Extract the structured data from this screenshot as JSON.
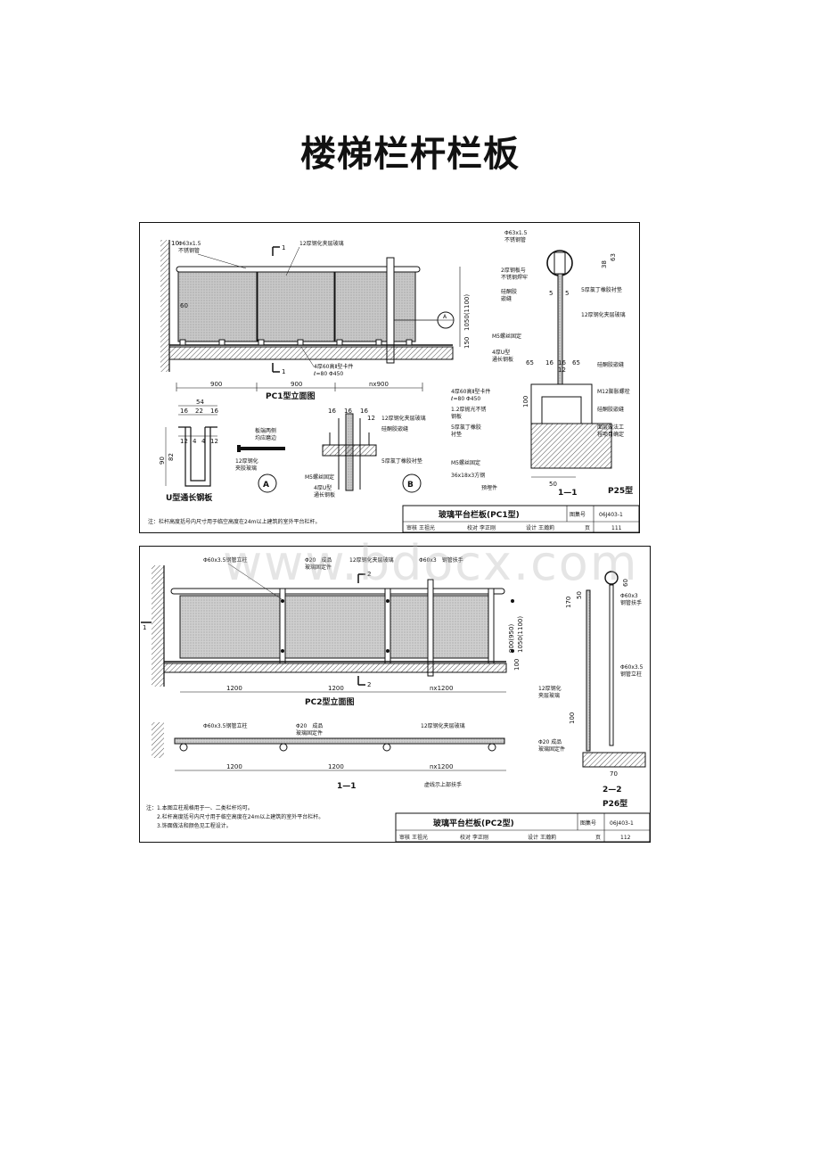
{
  "page": {
    "title": "楼梯栏杆栏板"
  },
  "watermark": "www.bdocx.com",
  "sheet1": {
    "elevation_title": "PC1型立面图",
    "type_tag": "P25型",
    "section_label": "1—1",
    "detail_a": "A",
    "detail_b": "B",
    "u_channel_title": "U型通长钢板",
    "labels": {
      "tube": "Φ63x1.5",
      "tube_material": "不锈钢管",
      "glass_12": "12厚钢化夹层玻璃",
      "clamp": "4厚60高Ⅱ型卡件",
      "clamp_spec": "ℓ=80 Φ450",
      "steel_plate_2": "2厚钢板与",
      "steel_plate_2b": "不锈钢焊牢",
      "sealant": "硅酮胶",
      "sealant_b": "嵌缝",
      "rubber_pad": "5厚氯丁橡胶衬垫",
      "m5_fix": "M5螺丝固定",
      "u_plate": "4厚U型",
      "u_plate_b": "通长钢板",
      "sealant_seam": "硅酮胶嵌缝",
      "polished_plate": "1.2厚抛光不锈",
      "polished_plate_b": "钢板",
      "rubber_pad_b": "5厚氯丁橡胶",
      "rubber_pad_c": "衬垫",
      "expansion_bolt": "M12膨胀螺栓",
      "surface_finish": "面层做法工",
      "surface_finish_b": "程项目确定",
      "square_steel": "36x18x3方钢",
      "embed": "预埋件",
      "edge_polish": "板端两侧",
      "edge_polish_b": "均应磨边",
      "glass_12b": "12厚钢化",
      "glass_12c": "夹胶玻璃",
      "rubber_pad_d": "5厚氯丁橡胶衬垫"
    },
    "dims": {
      "d900a": "900",
      "d900b": "900",
      "dnx900": "nx900",
      "d1050": "1050(1100)",
      "d150": "150",
      "d60": "60",
      "d10": "10",
      "d54": "54",
      "d16a": "16",
      "d22": "22",
      "d16b": "16",
      "d12a": "12",
      "d4a": "4",
      "d4b": "4",
      "d12b": "12",
      "d90": "90",
      "d82": "82",
      "d65a": "65",
      "d16c": "16",
      "d16d": "16",
      "d65b": "65",
      "d12c": "12",
      "d63": "63",
      "d38": "38",
      "d100": "100",
      "d50": "50",
      "d5a": "5",
      "d5b": "5",
      "d16e": "16",
      "d16f": "16",
      "d16g": "16",
      "d12d": "12"
    },
    "note": "注：栏杆高度括号内尺寸用于临空高度在24m以上建筑的室外平台栏杆。",
    "title_block": {
      "title": "玻璃平台栏板(PC1型)",
      "atlas_label": "图集号",
      "atlas_no": "06J403-1",
      "review_label": "审核",
      "review_name": "王祖光",
      "check_label": "校对",
      "check_name": "李正刚",
      "design_label": "设计",
      "design_name": "王瀚莉",
      "page_label": "页",
      "page_no": "111"
    }
  },
  "sheet2": {
    "elevation_title": "PC2型立面图",
    "type_tag": "P26型",
    "section_11": "1—1",
    "section_22": "2—2",
    "labels": {
      "post": "Φ60x3.5钢管立柱",
      "fixing": "Φ20　成品",
      "fixing_b": "玻璃固定件",
      "glass_12": "12厚钢化夹层玻璃",
      "handrail": "Φ60x3　钢管扶手",
      "handrail_r": "Φ60x3",
      "handrail_rb": "钢管扶手",
      "post_r": "Φ60x3.5",
      "post_rb": "钢管立柱",
      "glass_r": "12厚钢化",
      "glass_rb": "夹层玻璃",
      "fix_r": "Φ20 成品",
      "fix_rb": "玻璃固定件",
      "dash_line": "虚线示上部扶手",
      "post_plan": "Φ60x3.5钢管立柱",
      "fix_plan": "Φ20　成品",
      "fix_plan_b": "玻璃固定件",
      "glass_plan": "12厚钢化夹层玻璃"
    },
    "dims": {
      "d1200a": "1200",
      "d1200b": "1200",
      "dnx1200": "nx1200",
      "d1200c": "1200",
      "d1200d": "1200",
      "dnx1200b": "nx1200",
      "d1050": "1050(1100)",
      "d900": "900(950)",
      "d100a": "100",
      "d170": "170",
      "d50": "50",
      "d60": "60",
      "d100b": "100",
      "d70": "70"
    },
    "notes": [
      "注：1.本图立柱规格用于一、二类栏杆均可。",
      "2.栏杆高度括号内尺寸用于临空高度在24m以上建筑的室外平台栏杆。",
      "3.饰面做法和颜色见工程设计。"
    ],
    "title_block": {
      "title": "玻璃平台栏板(PC2型)",
      "atlas_label": "图集号",
      "atlas_no": "06J403-1",
      "review_label": "审核",
      "review_name": "王祖光",
      "check_label": "校对",
      "check_name": "李正刚",
      "design_label": "设计",
      "design_name": "王瀚莉",
      "page_label": "页",
      "page_no": "112"
    }
  }
}
